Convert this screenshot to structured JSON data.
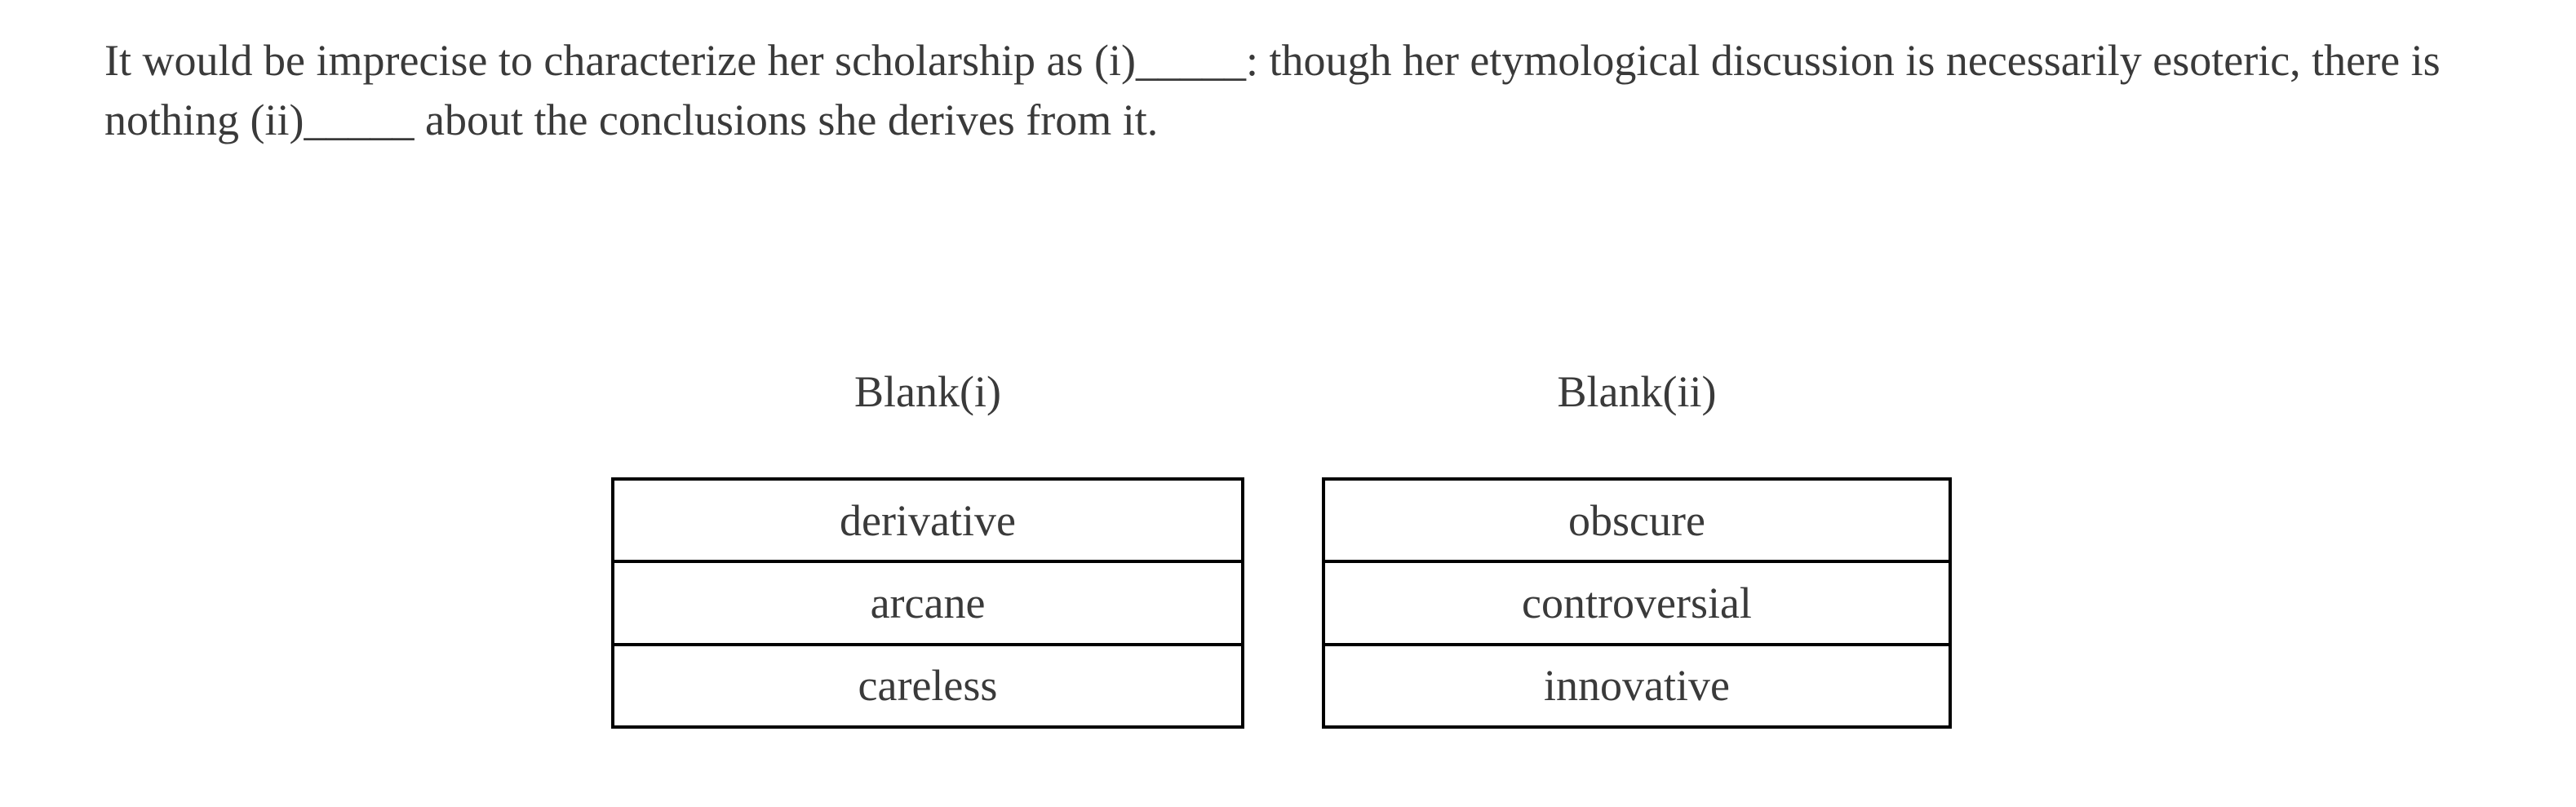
{
  "passage": {
    "line1": "It would be imprecise to characterize her scholarship as (i)_____: though her etymological discussion is necessarily esoteric, there is",
    "line2": "nothing (ii)_____ about the conclusions she derives from it."
  },
  "blanks": [
    {
      "label": "Blank(i)",
      "options": [
        "derivative",
        "arcane",
        "careless"
      ]
    },
    {
      "label": "Blank(ii)",
      "options": [
        "obscure",
        "controversial",
        "innovative"
      ]
    }
  ],
  "colors": {
    "text": "#3a3a3a",
    "table_border": "#000000",
    "background": "#ffffff"
  }
}
